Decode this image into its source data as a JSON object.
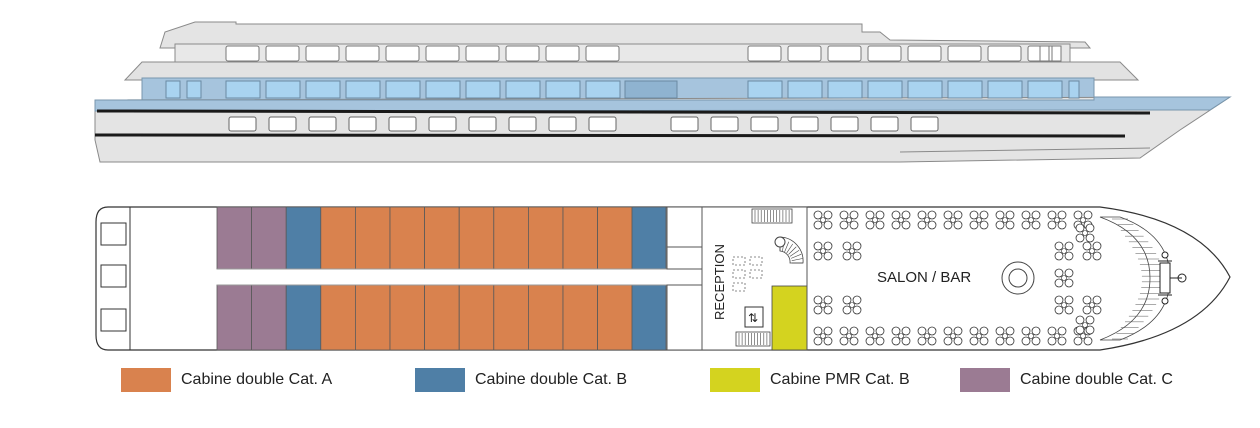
{
  "deck": {
    "reception_label": "RECEPTION",
    "salon_label": "SALON / BAR"
  },
  "legend": [
    {
      "label": "Cabine double Cat. A",
      "color": "#d9824e"
    },
    {
      "label": "Cabine double Cat. B",
      "color": "#4f7fa6"
    },
    {
      "label": "Cabine PMR Cat. B",
      "color": "#d4d31f"
    },
    {
      "label": "Cabine double Cat. C",
      "color": "#9b7b93"
    }
  ],
  "colors": {
    "hull_gray": "#e4e4e4",
    "outline": "#8a8a8a",
    "deck_blue": "#a6c4dd",
    "window_blue": "#a9d3f0",
    "dark_line": "#1a1a1a"
  }
}
